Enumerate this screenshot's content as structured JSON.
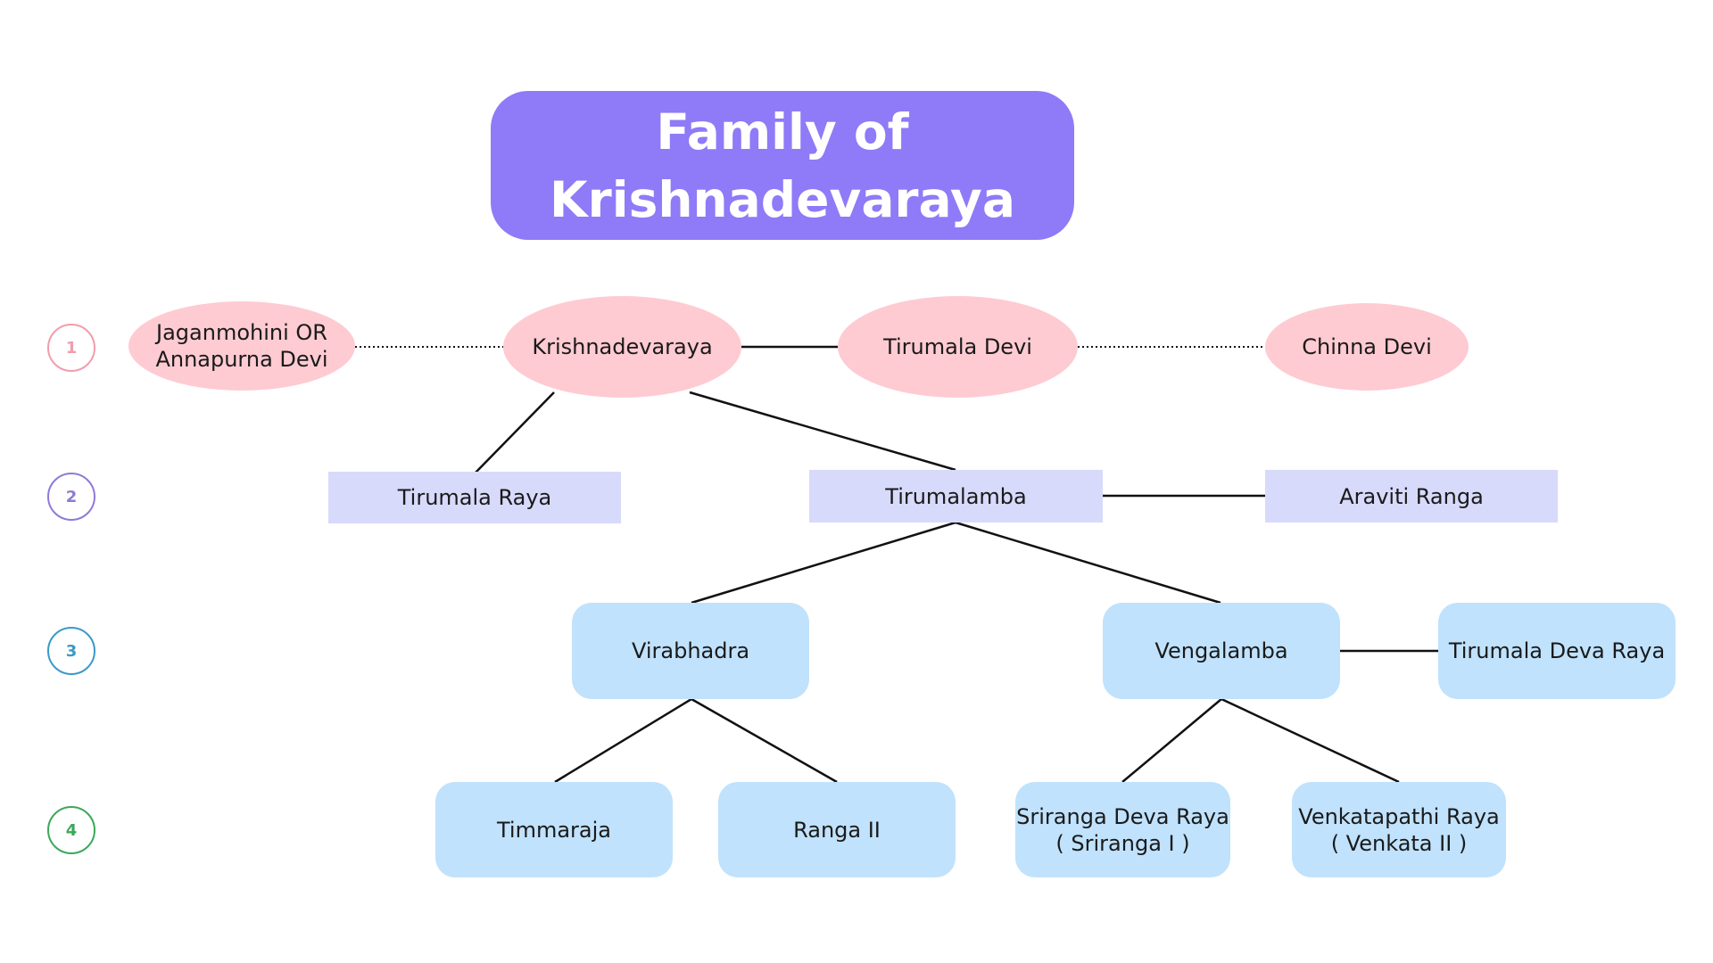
{
  "title": {
    "line1": "Family of",
    "line2": "Krishnadevaraya"
  },
  "levels": [
    {
      "label": "1",
      "color": "#f29cab"
    },
    {
      "label": "2",
      "color": "#8f7ad6"
    },
    {
      "label": "3",
      "color": "#3a9ac8"
    },
    {
      "label": "4",
      "color": "#3aa85a"
    }
  ],
  "generation1": {
    "jaganmohini": "Jaganmohini OR\nAnnapurna Devi",
    "krishnadevaraya": "Krishnadevaraya",
    "tirumala_devi": "Tirumala Devi",
    "chinna_devi": "Chinna Devi"
  },
  "generation2": {
    "tirumala_raya": "Tirumala Raya",
    "tirumalamba": "Tirumalamba",
    "araviti_ranga": "Araviti Ranga"
  },
  "generation3": {
    "virabhadra": "Virabhadra",
    "vengalamba": "Vengalamba",
    "tirumala_deva_raya": "Tirumala Deva Raya"
  },
  "generation4": {
    "timmaraja": "Timmaraja",
    "ranga_ii": "Ranga II",
    "sriranga_deva_raya": "Sriranga Deva Raya\n( Sriranga I )",
    "venkatapathi_raya": "Venkatapathi Raya\n( Venkata II )"
  },
  "colors": {
    "title_bg": "#8f7af7",
    "ellipse_fill": "#fecbd2",
    "rect_fill": "#d8dafb",
    "rounded_fill": "#c0e2fc",
    "line": "#111111"
  }
}
